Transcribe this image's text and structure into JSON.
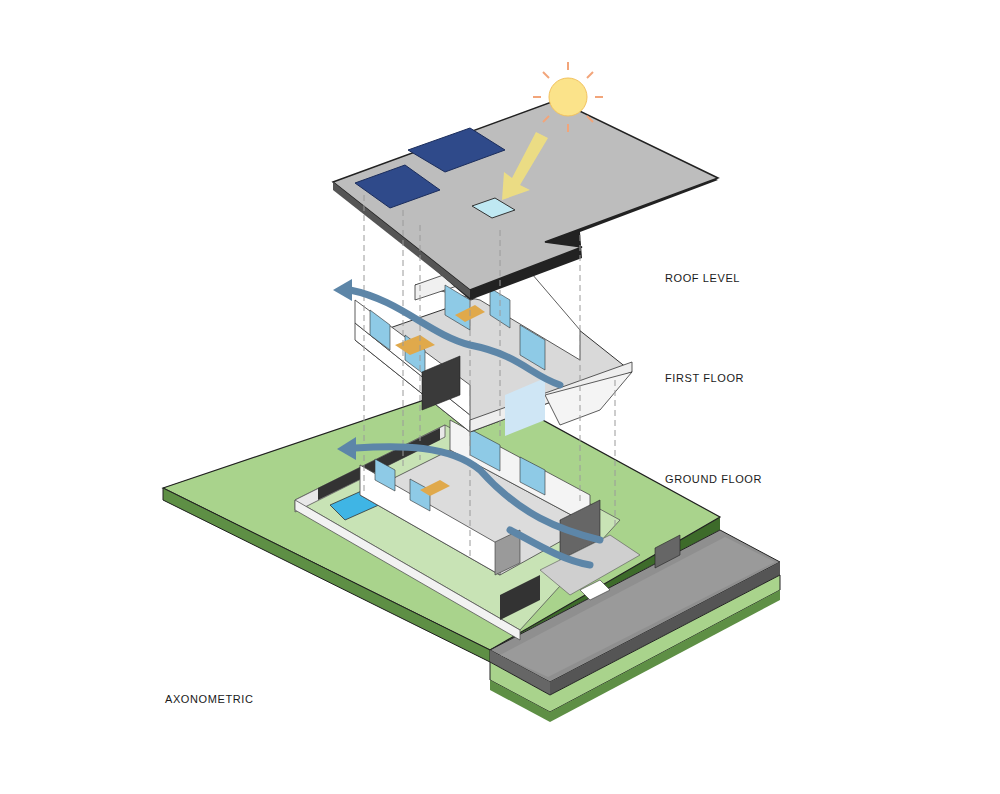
{
  "diagram": {
    "labels": [
      "ROOF LEVEL",
      "FIRST FLOOR",
      "GROUND FLOOR",
      "AXONOMETRIC"
    ]
  }
}
